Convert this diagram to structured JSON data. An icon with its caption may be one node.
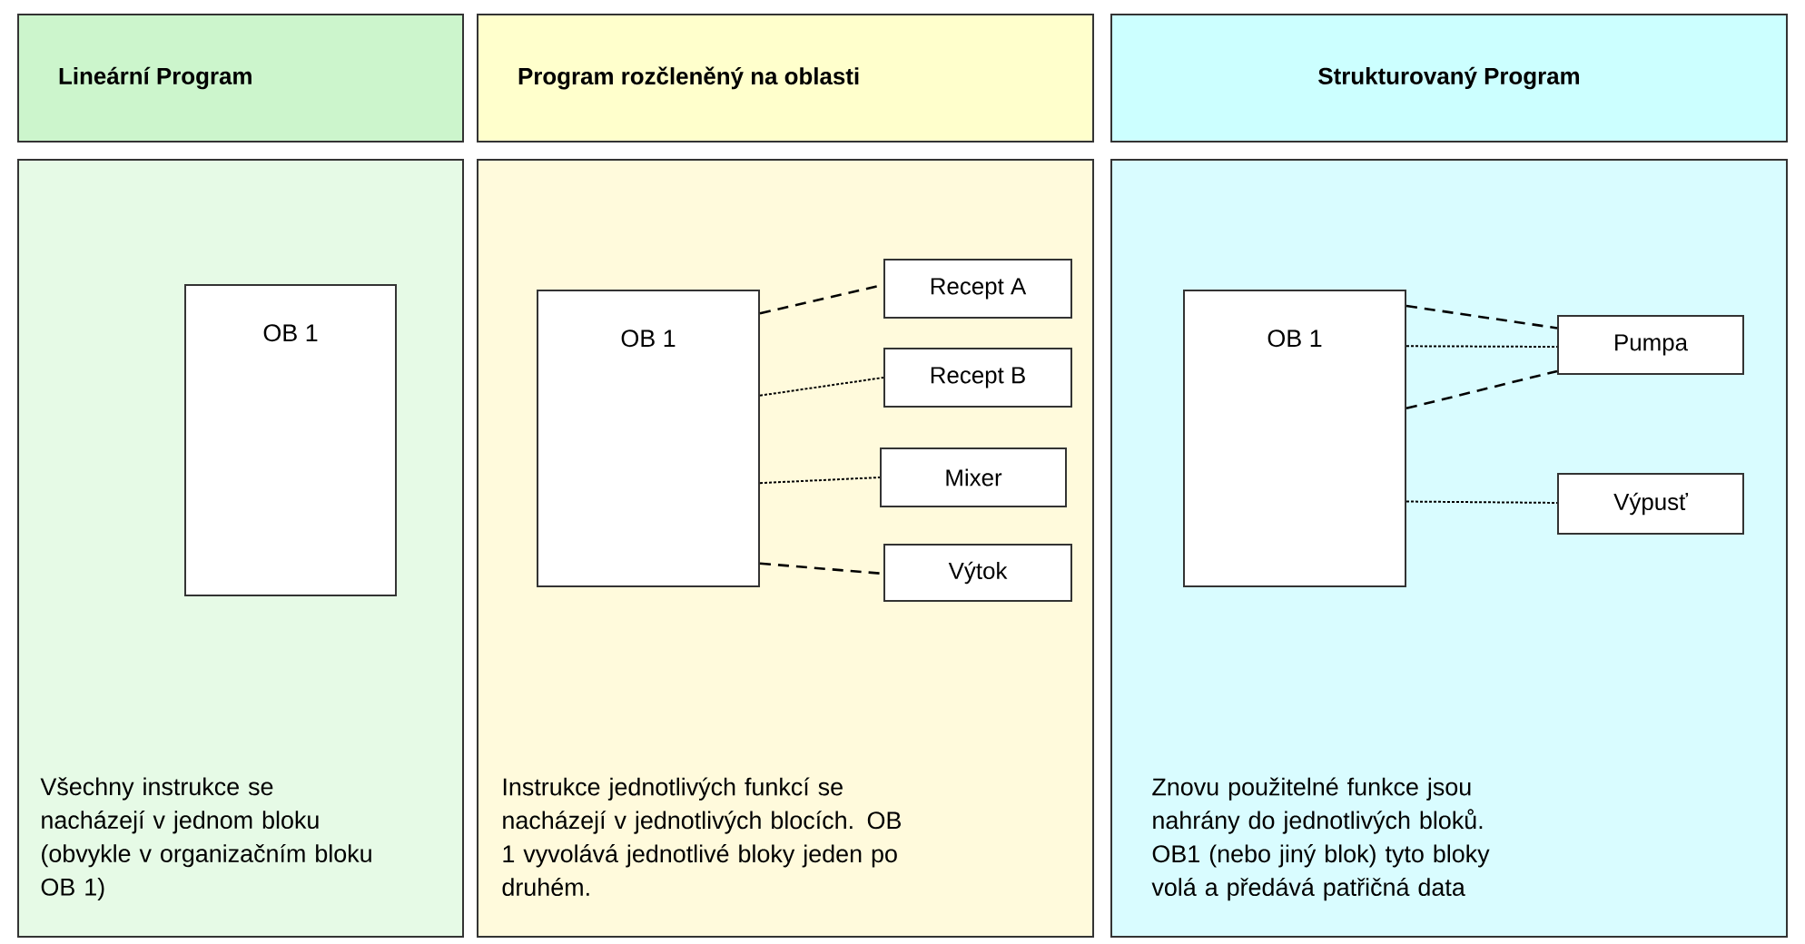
{
  "diagram": {
    "nodes": [
      {
        "text": [
          "Lineární Program"
        ]
      },
      {
        "text": [
          "Program rozčleněný na oblasti"
        ]
      },
      {
        "text": [
          "Strukturovaný Program"
        ]
      },
      {
        "text": [
          "Všechny instrukce se nacházejí v jednom bloku (obvykle v organizačním bloku OB 1)"
        ]
      },
      {
        "text": [
          "OB 1"
        ],
        "in": 3
      },
      {
        "text": [
          "Instrukce jednotlivých funkcí se nacházejí v jednotlivých blocích. OB 1 vyvolává jednotlivé bloky jeden po druhém."
        ]
      },
      {
        "text": [
          "OB 1"
        ],
        "in": 5
      },
      {
        "text": [
          "Recept A"
        ],
        "in": 5
      },
      {
        "text": [
          "Recept B"
        ],
        "in": 5
      },
      {
        "text": [
          "Mixer"
        ],
        "in": 5
      },
      {
        "text": [
          "Výtok"
        ],
        "in": 5
      },
      {
        "text": [
          "Znovu použitelné funkce jsou nahrány do jednotlivých bloků. OB1 (nebo jiný blok) tyto bloky volá a předává patřičná data"
        ]
      },
      {
        "text": [
          "OB 1"
        ],
        "in": 11
      },
      {
        "text": [
          "Pumpa"
        ],
        "in": 11
      },
      {
        "text": [
          "Výpusť"
        ],
        "in": 11
      }
    ],
    "edges": [
      {
        "from": 6,
        "to": 7,
        "arrow": "none",
        "style": "dashed"
      },
      {
        "from": 6,
        "to": 8,
        "arrow": "none"
      },
      {
        "from": 6,
        "to": 9,
        "arrow": "none"
      },
      {
        "from": 6,
        "to": 10,
        "arrow": "none",
        "style": "dashed"
      },
      {
        "from": 12,
        "to": 13,
        "arrow": "none",
        "style": "dashed"
      },
      {
        "from": 12,
        "to": 13,
        "arrow": "none"
      },
      {
        "from": 12,
        "to": 13,
        "arrow": "none",
        "style": "dashed"
      },
      {
        "from": 12,
        "to": 14,
        "arrow": "none"
      }
    ]
  }
}
